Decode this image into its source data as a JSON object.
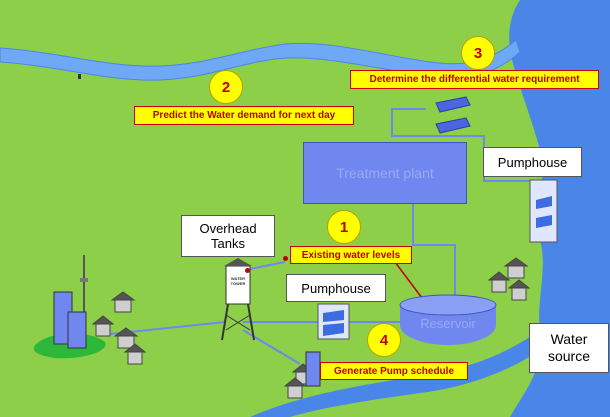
{
  "steps": [
    {
      "number": "1",
      "text": "Existing water levels"
    },
    {
      "number": "2",
      "text": "Predict the Water demand for next day"
    },
    {
      "number": "3",
      "text": "Determine the differential water requirement"
    },
    {
      "number": "4",
      "text": "Generate Pump schedule"
    }
  ],
  "labels": {
    "treatment_plant": "Treatment plant",
    "reservoir": "Reservoir",
    "overhead_tanks": "Overhead Tanks",
    "pumphouse_right": "Pumphouse",
    "pumphouse_center": "Pumphouse",
    "water_source": "Water source",
    "tower_sign": "WATER TOWER"
  },
  "colors": {
    "grass": "#8ecf4a",
    "water": "#4a86e8",
    "pipe": "#6f87ee",
    "callout_fill": "#ffff00",
    "callout_text": "#c00000"
  }
}
